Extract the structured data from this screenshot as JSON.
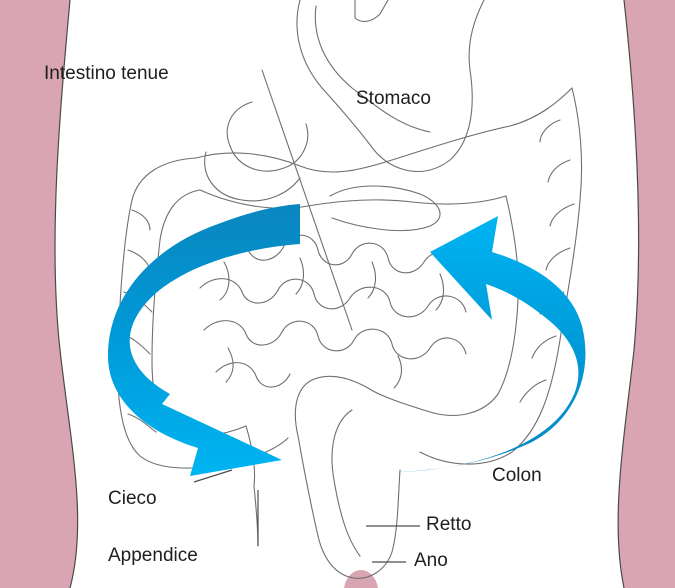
{
  "labels": {
    "small_intestine": "Intestino tenue",
    "stomach": "Stomaco",
    "cecum": "Cieco",
    "appendix": "Appendice",
    "colon": "Colon",
    "rectum": "Retto",
    "anus": "Ano"
  },
  "arrows": {
    "left": {
      "direction": "counterclockwise-down"
    },
    "right": {
      "direction": "clockwise-up"
    }
  },
  "colors": {
    "skin": "#d9a5b3",
    "outline": "#6f6f6f",
    "arrow_light": "#00aeef",
    "arrow_dark": "#0a86bf",
    "text": "#1e1e1e"
  }
}
